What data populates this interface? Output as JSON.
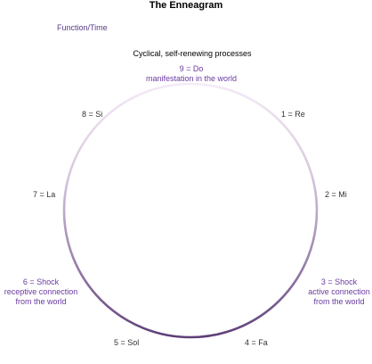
{
  "title": "The Enneagram",
  "subtitle": "Function/Time",
  "tagline": "Cyclical, self-renewing processes",
  "colors": {
    "accent": "#6a3aa0",
    "ring_light": "#f0e6f4",
    "ring_dark": "#5e3f78",
    "plain_text": "#333333"
  },
  "points": {
    "p9": {
      "line1": "9 = Do",
      "line2": "manifestation in the world"
    },
    "p1": {
      "line1": "1 = Re"
    },
    "p2": {
      "line1": "2 = Mi"
    },
    "p3": {
      "line1": "3 = Shock",
      "line2": "active connection",
      "line3": "from the world"
    },
    "p4": {
      "line1": "4 = Fa"
    },
    "p5": {
      "line1": "5 = Sol"
    },
    "p6": {
      "line1": "6 = Shock",
      "line2": "receptive connection",
      "line3": "from the world"
    },
    "p7": {
      "line1": "7 = La"
    },
    "p8": {
      "line1": "8 = Si"
    }
  }
}
